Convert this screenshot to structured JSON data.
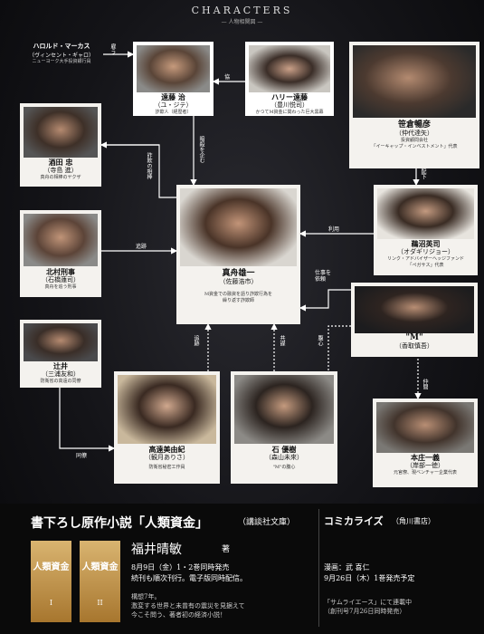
{
  "header": {
    "title": "CHARACTERS",
    "subtitle": "— 人物相関図 —"
  },
  "characters": {
    "harold": {
      "name": "ハロルド・マーカス",
      "actor": "（ヴィンセント・ギャロ）",
      "desc": "ニューヨーク大手投資銀行員"
    },
    "endo_osamu": {
      "name": "遠藤 治",
      "actor": "（ユ・ジテ）",
      "desc": "詐欺人（経歴者）"
    },
    "harry": {
      "name": "ハリー遠藤",
      "actor": "（豊川悦司）",
      "desc": "かつてM資金に関わった巨大黒幕"
    },
    "sasakura": {
      "name": "笹倉暢彦",
      "actor": "（仲代達矢）",
      "desc": "投資顧問会社",
      "desc2": "「イーキャップ・インベストメント」代表"
    },
    "sakata": {
      "name": "酒田 忠",
      "actor": "（寺島 進）",
      "desc": "真舟の相棒のヤクザ"
    },
    "kitamura": {
      "name": "北村刑事",
      "actor": "（石橋蓮司）",
      "desc": "真舟を追う刑事"
    },
    "mafune": {
      "name": "真舟雄一",
      "actor": "（佐藤浩市）",
      "desc": "M資金での融資を語り詐欺行為を",
      "desc2": "繰り返す詐欺師"
    },
    "unuma": {
      "name": "鵜沼英司",
      "actor": "（オダギリジョー）",
      "desc": "リンク・アドバイザーヘッジファンド",
      "desc2": "「ペガサス」代表"
    },
    "m": {
      "name": "\"M\"",
      "actor": "（香取慎吾）"
    },
    "tsujii": {
      "name": "辻井",
      "actor": "（三浦友和）",
      "desc": "防衛省の高遠の同僚"
    },
    "takato": {
      "name": "高遠美由紀",
      "actor": "（観月ありさ）",
      "desc": "防衛省秘密工作員"
    },
    "ishi": {
      "name": "石 優樹",
      "actor": "（森山未來）",
      "desc": "\"M\"の腹心"
    },
    "honjo": {
      "name": "本庄一義",
      "actor": "（岸部一徳）",
      "desc": "元官僚、現ベンチャー企業代表"
    }
  },
  "relations": {
    "yatou": "雇う",
    "kyou": "協",
    "ansatsu": "暗殺を企む",
    "sagi_aibou": "詐欺の相棒",
    "tsuiseki": "追跡",
    "riyou": "利用",
    "haika": "配下",
    "shigoto": "仕事を依頼",
    "fukushin": "腹心",
    "kyoubou": "共謀",
    "nakama": "仲間",
    "douryou": "同僚"
  },
  "bottom": {
    "novel_title": "書下ろし原作小説「人類資金」",
    "novel_pub": "（講談社文庫）",
    "author": "福井晴敏",
    "author_suffix": "著",
    "release1": "8月9日（金）1・2巻同時発売",
    "release2": "続刊も順次刊行。電子版同時配信。",
    "blurb1": "構想7年。",
    "blurb2": "激変する世界と未曾有の震災を見据えて",
    "blurb3": "今こそ問う、著者初の経済小説！",
    "book_title": "人類資金",
    "book1_num": "I",
    "book2_num": "II",
    "comic_title": "コミカライズ",
    "comic_pub": "（角川書店）",
    "manga_label": "漫画：武 喜仁",
    "comic_release": "9月26日（木）1巻発売予定",
    "comic_note1": "「サムライエース」にて連載中",
    "comic_note2": "（創刊号7月26日同時発売）"
  }
}
